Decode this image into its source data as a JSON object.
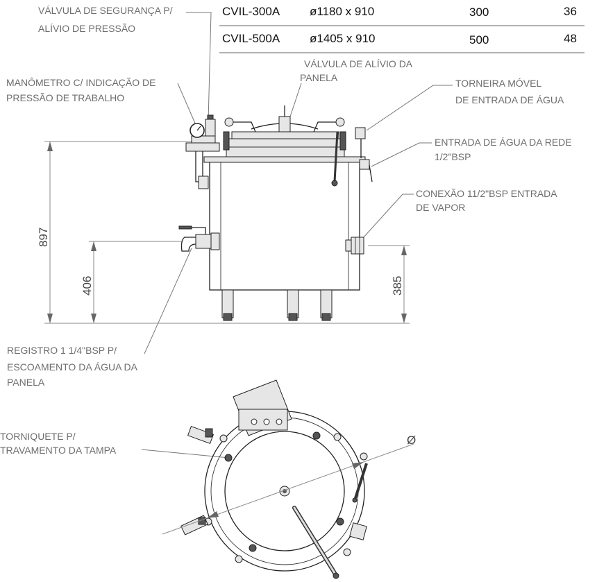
{
  "table": {
    "rows": [
      {
        "model": "CVIL-300A",
        "dims": "ø1180 x 910",
        "capacity": "300",
        "value": "36"
      },
      {
        "model": "CVIL-500A",
        "dims": "ø1405 x 910",
        "capacity": "500",
        "value": "48"
      }
    ]
  },
  "labels": {
    "safety_valve": [
      "VÁLVULA DE SEGURANÇA P/",
      "ALÍVIO DE PRESSÃO"
    ],
    "pan_relief_valve": [
      "VÁLVULA DE ALÍVIO DA",
      "PANELA"
    ],
    "manometer": [
      "MANÔMETRO C/ INDICAÇÃO DE",
      "PRESSÃO DE TRABALHO"
    ],
    "water_tap": [
      "TORNEIRA MÓVEL",
      "DE ENTRADA DE ÁGUA"
    ],
    "mains_water": [
      "ENTRADA DE ÁGUA DA REDE",
      "1/2\"BSP"
    ],
    "steam_connection": [
      "CONEXÃO 11/2\"BSP ENTRADA",
      "DE VAPOR"
    ],
    "drain_valve": [
      "REGISTRO 1 1/4\"BSP P/",
      "ESCOAMENTO DA ÁGUA DA",
      "PANELA"
    ],
    "lid_clamp": [
      "TORNIQUETE P/",
      "TRAVAMENTO DA TAMPA"
    ]
  },
  "dimensions": {
    "total_height": "897",
    "drain_height": "406",
    "steam_height": "385",
    "diameter_symbol": "Ø"
  }
}
